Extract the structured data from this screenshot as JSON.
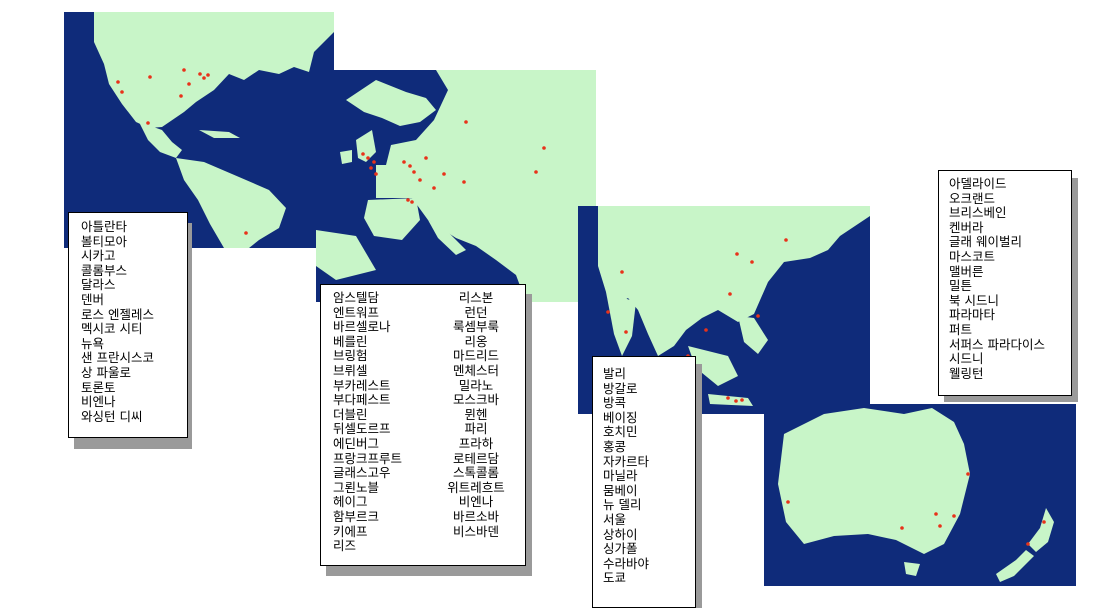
{
  "colors": {
    "ocean": "#0f2b7a",
    "land": "#c8f5c8",
    "city": "#e8321a",
    "border": "#000000"
  },
  "regions": {
    "americas": {
      "name": "americas-map",
      "cities": [
        "아틀란타",
        "볼티모아",
        "시카고",
        "콜롬부스",
        "달라스",
        "덴버",
        "로스 엔젤레스",
        "멕시코 시티",
        "뉴욕",
        "샌 프란시스코",
        "상 파울로",
        "토론토",
        "비엔나",
        "와싱턴 디씨"
      ]
    },
    "europe": {
      "name": "europe-map",
      "cities_left": [
        "암스텔담",
        "엔트워프",
        "바르셀로나",
        "베를린",
        "브링험",
        "브뤼셀",
        "부카레스트",
        "부다페스트",
        "더블린",
        "뒤셀도르프",
        "에딘버그",
        "프랑크프루트",
        "글래스고우",
        "그뢴노블",
        "헤이그",
        "함부르크",
        "키에프",
        "리즈"
      ],
      "cities_right": [
        "리스본",
        "런던",
        "룩셈부룩",
        "리옹",
        "마드리드",
        "멘체스터",
        "밀라노",
        "모스크바",
        "뮌헨",
        "파리",
        "프라하",
        "로테르담",
        "스톡콜롬",
        "위트레흐트",
        "비엔나",
        "바르소바",
        "비스바덴"
      ]
    },
    "asia": {
      "name": "asia-map",
      "cities": [
        "발리",
        "방갈로",
        "방콕",
        "베이징",
        "호치민",
        "홍콩",
        "자카르타",
        "마닐라",
        "뭄베이",
        "뉴 델리",
        "서울",
        "상하이",
        "싱가폴",
        "수라바야",
        "도쿄"
      ]
    },
    "oceania": {
      "name": "oceania-map",
      "cities": [
        "아델라이드",
        "오크랜드",
        "브리스베인",
        "켄버라",
        "글래 웨이벌리",
        "마스코트",
        "맬버른",
        "밀튼",
        "북 시드니",
        "파라마타",
        "퍼트",
        "서퍼스 파라다이스",
        "시드니",
        "웰링턴"
      ]
    }
  }
}
